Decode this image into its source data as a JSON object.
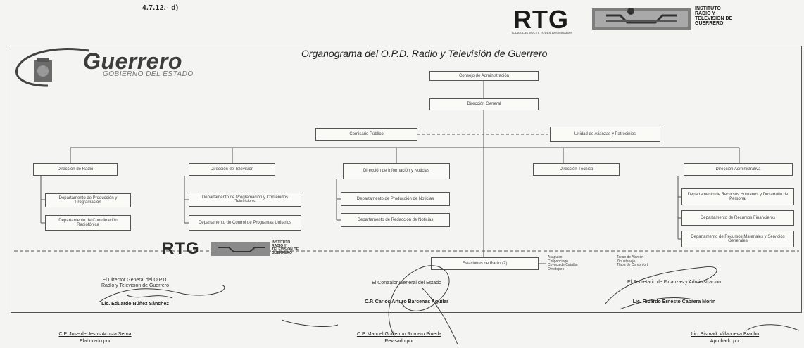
{
  "header": {
    "page_ref": "4.7.12.- d)",
    "rtg_logo_text": "RTG",
    "rtg_tagline": "TODAS LAS VOCES TODAS LAS MIRADAS",
    "institute_lines": [
      "INSTITUTO",
      "RADIO Y",
      "TELEVISION DE",
      "GUERRERO"
    ]
  },
  "state_logo": {
    "name": "Guerrero",
    "subtitle": "GOBIERNO DEL ESTADO"
  },
  "chart_title": "Organograma del O.P.D. Radio y Televisión de Guerrero",
  "org": {
    "consejo": "Consejo de Administración",
    "direccion_general": "Dirección General",
    "comisario": "Comisario Público",
    "unidad_alianzas": "Unidad de Alianzas y Patrocinios",
    "direcciones": [
      {
        "title": "Dirección de Radio",
        "departments": [
          "Departamento de Producción y Programación",
          "Departamento de Coordinación Radiofónica"
        ]
      },
      {
        "title": "Dirección de Televisión",
        "departments": [
          "Departamento de Programación y Contenidos Televisivos",
          "Departamento de Control de Programas Unitarios"
        ]
      },
      {
        "title": "Dirección de Información y Noticias",
        "departments": [
          "Departamento de Producción de Noticias",
          "Departamento de Redacción de Noticias"
        ]
      },
      {
        "title": "Dirección Técnica",
        "departments": []
      },
      {
        "title": "Dirección Administrativa",
        "departments": [
          "Departamento de Recursos Humanos y Desarrollo de Personal",
          "Departamento de Recursos Financieros",
          "Departamento de Recursos Materiales y Servicios Generales"
        ]
      }
    ],
    "estaciones": "Estaciones de Radio (7)",
    "stations_col1": [
      "Acapulco",
      "Chilpancingo",
      "Coyuca de Catalán",
      "Ometepec"
    ],
    "stations_col2": [
      "Taxco de Alarcón",
      "Zihuatanejo",
      "Tlapa de Comonfort"
    ]
  },
  "signatures": {
    "director": {
      "role_line1": "El Director General del O.P.D.",
      "role_line2": "Radio y Televisión de Guerrero",
      "name": "Lic. Eduardo Núñez Sánchez"
    },
    "contralor": {
      "role": "El Contralor General del Estado",
      "name": "C.P. Carlos Arturo Bárcenas Aguilar"
    },
    "secretario": {
      "role": "El Secretario de Finanzas y Administración",
      "name": "Lic. Ricardo Ernesto Cabrera Morín"
    }
  },
  "footer": [
    {
      "name": "C.P. Jose de Jesus Acosta Serna",
      "role": "Elaborado por"
    },
    {
      "name": "C.P. Manuel Guillermo Romero Pineda",
      "role": "Revisado por"
    },
    {
      "name": "Lic. Bismark Villanueva Bracho",
      "role": "Aprobado por"
    }
  ]
}
